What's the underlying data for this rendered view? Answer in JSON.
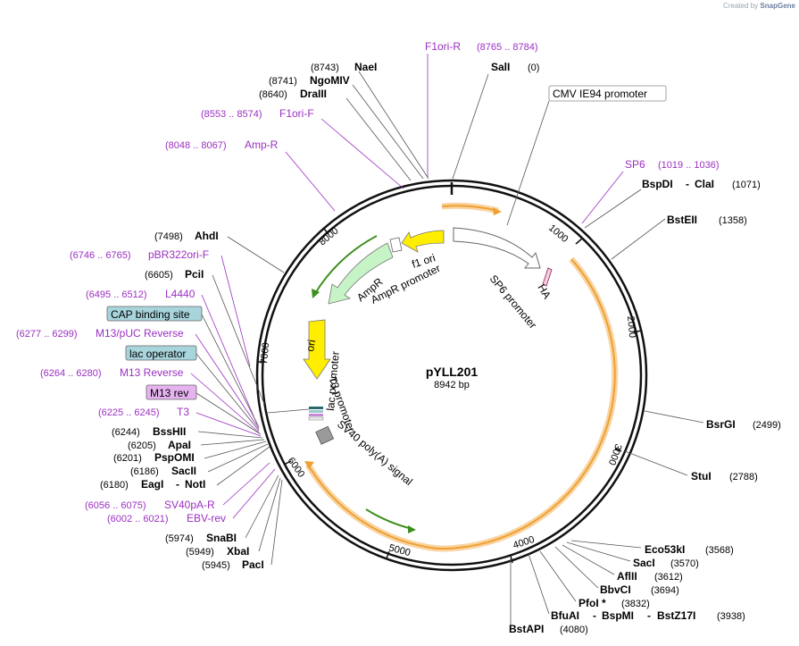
{
  "credit": {
    "prefix": "Created by",
    "brand": "SnapGene"
  },
  "plasmid": {
    "name": "pYLL201",
    "length_label": "8942 bp"
  },
  "ticks": [
    "1000",
    "2000",
    "3000",
    "4000",
    "5000",
    "6000",
    "7000",
    "8000"
  ],
  "enzymes": {
    "naei": {
      "name": "NaeI",
      "pos": "(8743)"
    },
    "ngomiv": {
      "name": "NgoMIV",
      "pos": "(8741)"
    },
    "draiii": {
      "name": "DraIII",
      "pos": "(8640)"
    },
    "sali": {
      "name": "SalI",
      "pos": "(0)"
    },
    "bspdi": {
      "name": "BspDI",
      "sep": "-",
      "name2": "ClaI",
      "pos": "(1071)"
    },
    "bsteii": {
      "name": "BstEII",
      "pos": "(1358)"
    },
    "bsrgi": {
      "name": "BsrGI",
      "pos": "(2499)"
    },
    "stui": {
      "name": "StuI",
      "pos": "(2788)"
    },
    "eco53ki": {
      "name": "Eco53kI",
      "pos": "(3568)"
    },
    "saci": {
      "name": "SacI",
      "pos": "(3570)"
    },
    "aflii": {
      "name": "AflII",
      "pos": "(3612)"
    },
    "bbvci": {
      "name": "BbvCI",
      "pos": "(3694)"
    },
    "pfoi": {
      "name": "PfoI *",
      "pos": "(3832)"
    },
    "bfuai": {
      "name": "BfuAI",
      "sep": "-",
      "name2": "BspMI",
      "sep2": "-",
      "name3": "BstZ17I",
      "pos": "(3938)"
    },
    "bstapi": {
      "name": "BstAPI",
      "pos": "(4080)"
    },
    "ahdi": {
      "name": "AhdI",
      "pos": "(7498)"
    },
    "pcii": {
      "name": "PciI",
      "pos": "(6605)"
    },
    "bsshii": {
      "name": "BssHII",
      "pos": "(6244)"
    },
    "apai": {
      "name": "ApaI",
      "pos": "(6205)"
    },
    "pspomi": {
      "name": "PspOMI",
      "pos": "(6201)"
    },
    "sacii": {
      "name": "SacII",
      "pos": "(6186)"
    },
    "eagi": {
      "name": "EagI",
      "sep": "-",
      "name2": "NotI",
      "pos": "(6180)"
    },
    "snabi": {
      "name": "SnaBI",
      "pos": "(5974)"
    },
    "xbai": {
      "name": "XbaI",
      "pos": "(5949)"
    },
    "paci": {
      "name": "PacI",
      "pos": "(5945)"
    }
  },
  "primers": {
    "f1ori_r": {
      "name": "F1ori-R",
      "range": "(8765 .. 8784)"
    },
    "f1ori_f": {
      "name": "F1ori-F",
      "range": "(8553 .. 8574)"
    },
    "amp_r": {
      "name": "Amp-R",
      "range": "(8048 .. 8067)"
    },
    "sp6": {
      "name": "SP6",
      "range": "(1019 .. 1036)"
    },
    "pbr322": {
      "name": "pBR322ori-F",
      "range": "(6746 .. 6765)"
    },
    "l4440": {
      "name": "L4440",
      "range": "(6495 .. 6512)"
    },
    "m13puc": {
      "name": "M13/pUC Reverse",
      "range": "(6277 .. 6299)"
    },
    "m13rev": {
      "name": "M13 Reverse",
      "range": "(6264 .. 6280)"
    },
    "t3": {
      "name": "T3",
      "range": "(6225 .. 6245)"
    },
    "sv40pa": {
      "name": "SV40pA-R",
      "range": "(6056 .. 6075)"
    },
    "ebv": {
      "name": "EBV-rev",
      "range": "(6002 .. 6021)"
    }
  },
  "boxed": {
    "cmv": "CMV IE94 promoter",
    "cap": "CAP binding site",
    "lacop": "lac operator",
    "m13revbox": "M13 rev"
  },
  "features": {
    "f1ori": "f1 ori",
    "ampr": "AmpR",
    "ampr_prom": "AmpR promoter",
    "ori": "ori",
    "lac_prom": "lac promoter",
    "t3_prom": "T3 promoter",
    "sv40": "SV40 poly(A) signal",
    "ha": "HA",
    "sp6_prom": "SP6 promoter"
  },
  "colors": {
    "primer": "#9b2fc1",
    "orf_orange": "#f0a030",
    "green": "#3d8f1e",
    "yellow": "#ffee00",
    "boxblue": "#a8d4dc",
    "boxpink": "#e6b3f0"
  }
}
